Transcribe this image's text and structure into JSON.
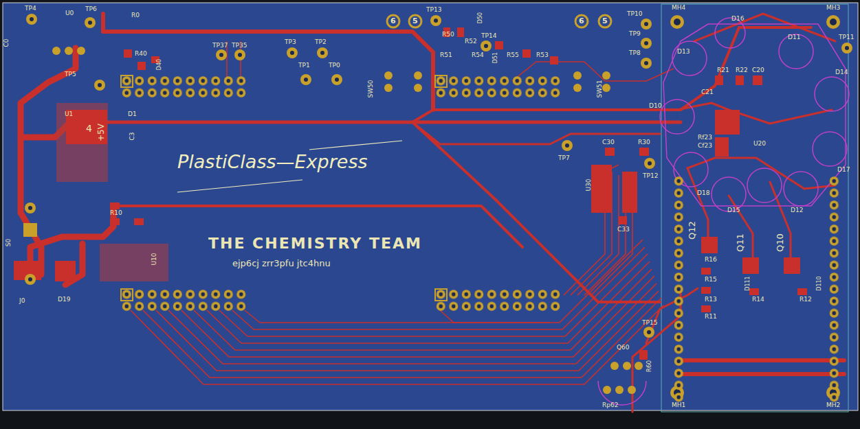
{
  "diagram": {
    "title": "PlastiClass—Express",
    "labels": [
      "TP4",
      "U0",
      "TP6",
      "R0",
      "R40",
      "D40",
      "TP37",
      "TP35",
      "TP3",
      "TP2",
      "TP1",
      "TP0",
      "TP13",
      "D50",
      "R50",
      "R52",
      "TP14",
      "R51",
      "R54",
      "D51",
      "R55",
      "R53",
      "SW50",
      "SW51",
      "6",
      "5",
      "6",
      "5",
      "TP10",
      "TP9",
      "TP8",
      "MH4",
      "MH3",
      "D16",
      "D11",
      "TP11",
      "D13",
      "D14",
      "R21",
      "R22",
      "C20",
      "C21",
      "D10",
      "U20",
      "Rf23",
      "Cf23",
      "TP7",
      "C30",
      "R30",
      "TP12",
      "U30",
      "C33",
      "D17",
      "D18",
      "D15",
      "D12",
      "Q12",
      "Q11",
      "Q10",
      "R16",
      "D111",
      "D110",
      "R15",
      "R14",
      "R13",
      "R12",
      "R11",
      "TP15",
      "Q60",
      "R60",
      "Rp62",
      "MH1",
      "MH2",
      "C0",
      "TP5",
      "U1",
      "4",
      "+5V",
      "D1",
      "C3",
      "R10",
      "U10",
      "S0",
      "J0",
      "D19",
      "THE CHEMISTRY TEAM",
      "ejp6cj zrr3pfu jtc4hnu"
    ]
  }
}
